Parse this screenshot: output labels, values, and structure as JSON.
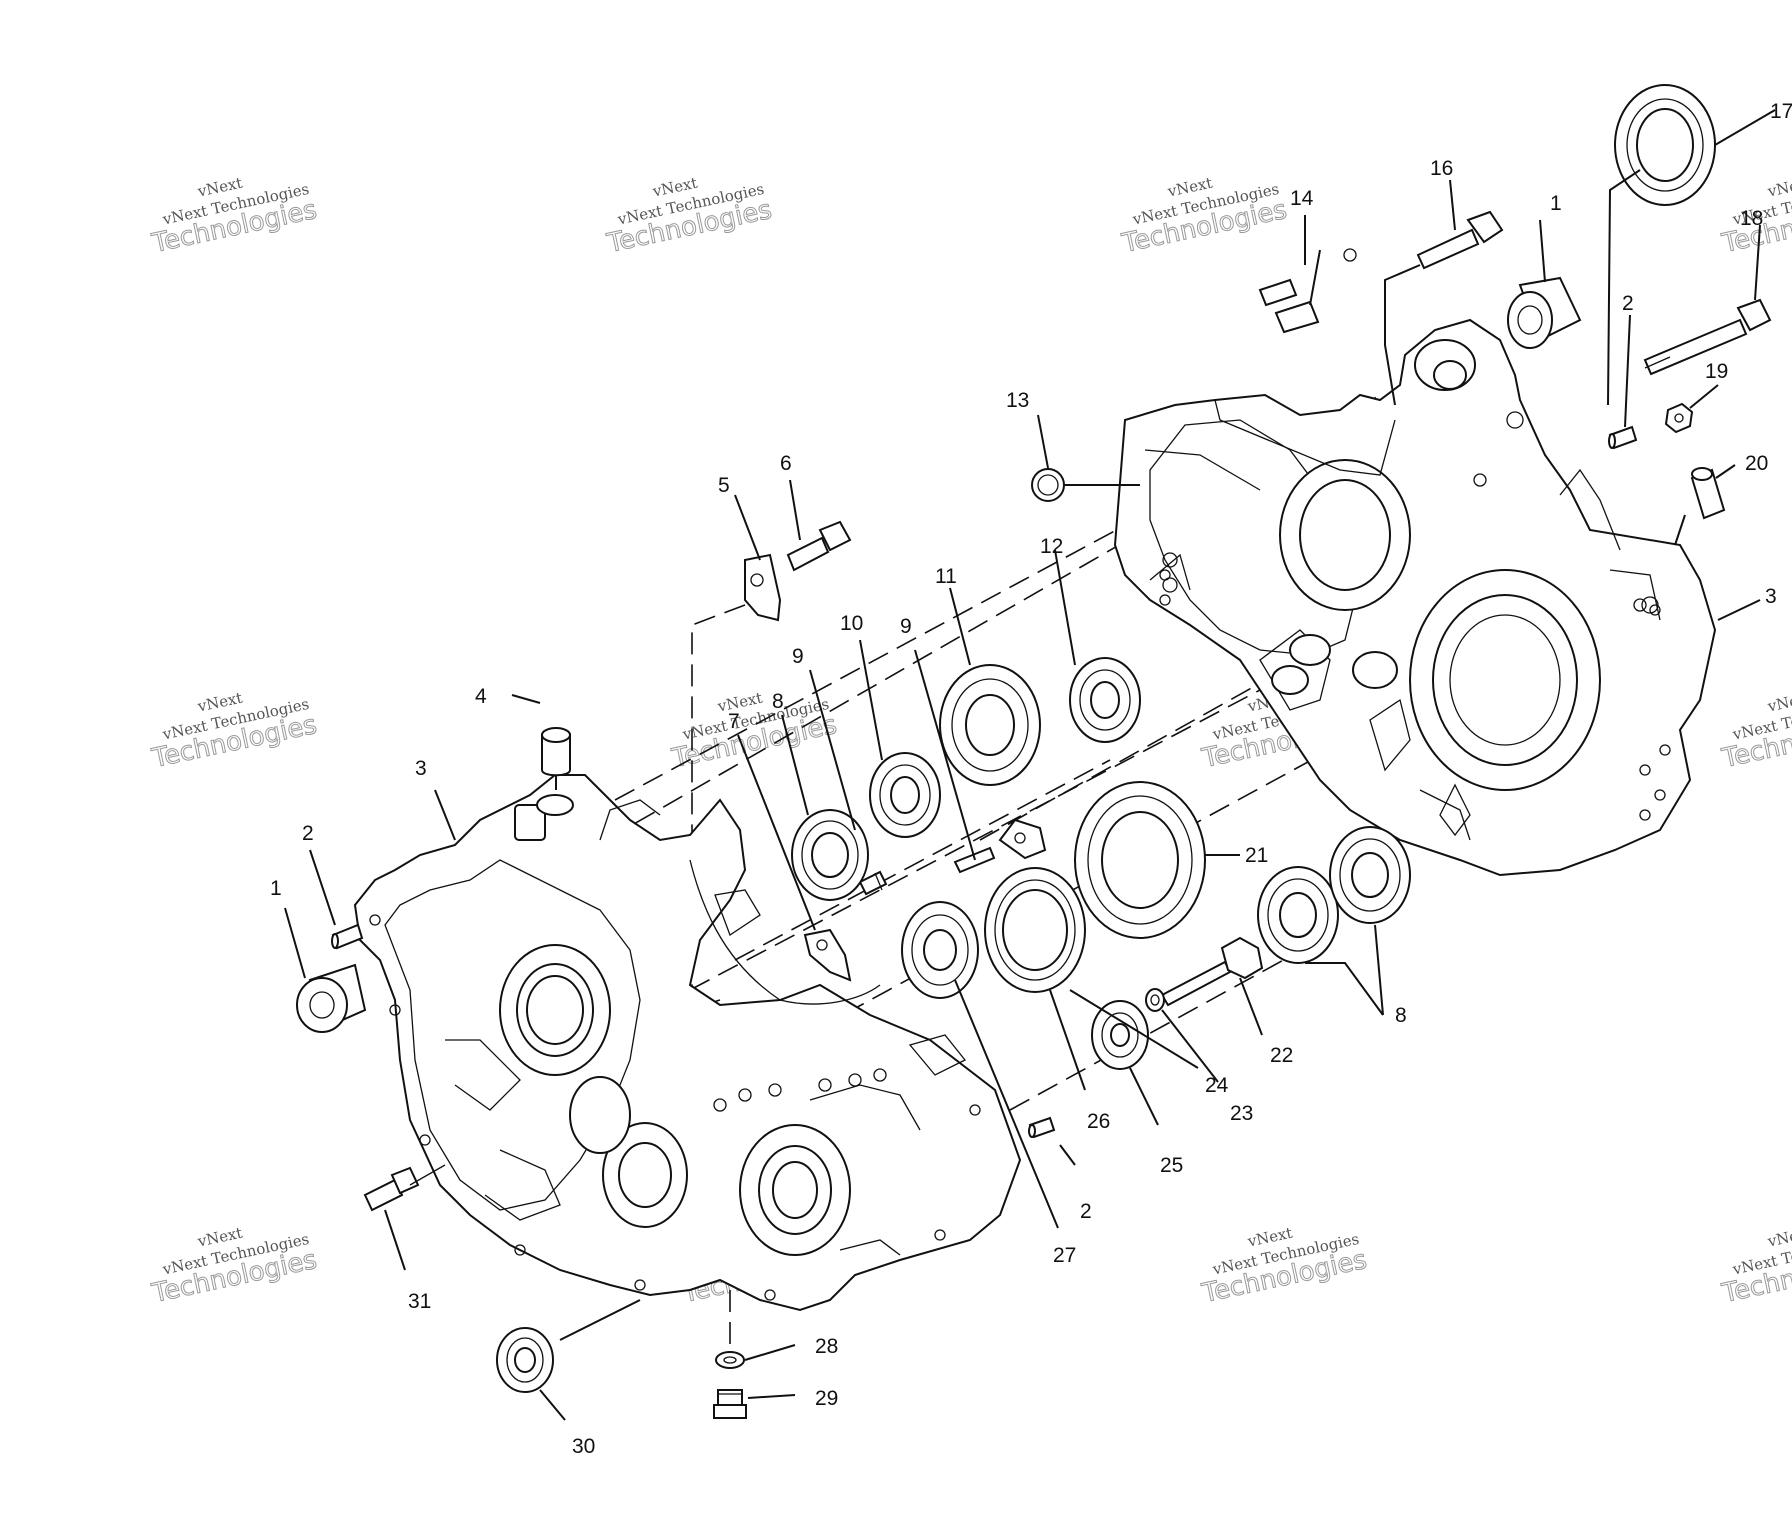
{
  "watermark": {
    "line1": "vNext",
    "line2": "vNext Technologies",
    "line3": "Technologies"
  },
  "labels": {
    "c1a": "1",
    "c1b": "1",
    "c2a": "2",
    "c2b": "2",
    "c2c": "2",
    "c3a": "3",
    "c3b": "3",
    "c4": "4",
    "c5": "5",
    "c6": "6",
    "c7": "7",
    "c8a": "8",
    "c8b": "8",
    "c9a": "9",
    "c9b": "9",
    "c10": "10",
    "c11": "11",
    "c12": "12",
    "c13": "13",
    "c14": "14",
    "c16": "16",
    "c17": "17",
    "c18": "18",
    "c19": "19",
    "c20": "20",
    "c21": "21",
    "c22": "22",
    "c23": "23",
    "c24": "24",
    "c25": "25",
    "c26": "26",
    "c27": "27",
    "c28": "28",
    "c29": "29",
    "c30": "30",
    "c31": "31"
  }
}
